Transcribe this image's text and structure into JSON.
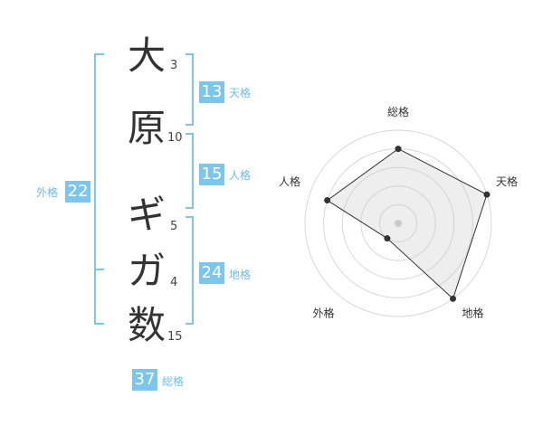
{
  "name": {
    "chars": [
      {
        "char": "大",
        "strokes": "3"
      },
      {
        "char": "原",
        "strokes": "10"
      },
      {
        "char": "ギ",
        "strokes": "5"
      },
      {
        "char": "ガ",
        "strokes": "4"
      },
      {
        "char": "数",
        "strokes": "15"
      }
    ]
  },
  "fortunes": {
    "tenkaku": {
      "value": "13",
      "label": "天格"
    },
    "jinkaku": {
      "value": "15",
      "label": "人格"
    },
    "chikaku": {
      "value": "24",
      "label": "地格"
    },
    "gaikaku": {
      "value": "22",
      "label": "外格"
    },
    "soukaku": {
      "value": "37",
      "label": "総格"
    }
  },
  "colors": {
    "accent": "#7cc6ee",
    "bracket": "#7cc6ee"
  },
  "chart_data": {
    "type": "radar",
    "axes": [
      "総格",
      "天格",
      "地格",
      "外格",
      "人格"
    ],
    "values": [
      4,
      5,
      5,
      1,
      4
    ],
    "max": 5,
    "rings": 5
  }
}
